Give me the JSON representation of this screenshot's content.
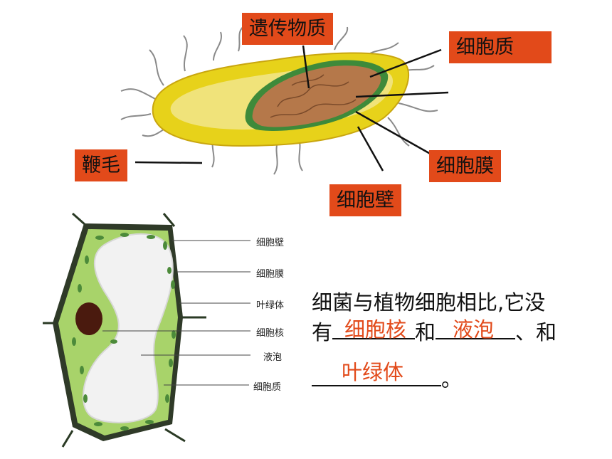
{
  "bacterium": {
    "labels": {
      "genetic_material": "遗传物质",
      "cytoplasm": "细胞质",
      "cell_membrane": "细胞膜",
      "cell_wall": "细胞壁",
      "flagellum": "鞭毛"
    }
  },
  "plant_cell": {
    "labels": {
      "cell_wall": "细胞壁",
      "cell_membrane": "细胞膜",
      "chloroplast": "叶绿体",
      "nucleus": "细胞核",
      "vacuole": "液泡",
      "cytoplasm": "细胞质"
    }
  },
  "question": {
    "line1": "细菌与植物细胞相比,它没",
    "prefix2": "有",
    "and1": "和",
    "sep": "、和",
    "end": "。"
  },
  "answers": {
    "a1": "细胞核",
    "a2": "液泡",
    "a3": "叶绿体"
  },
  "colors": {
    "label_bg": "#e24a1a",
    "answer_text": "#e24a1a",
    "cell_green": "#a8d36a"
  }
}
